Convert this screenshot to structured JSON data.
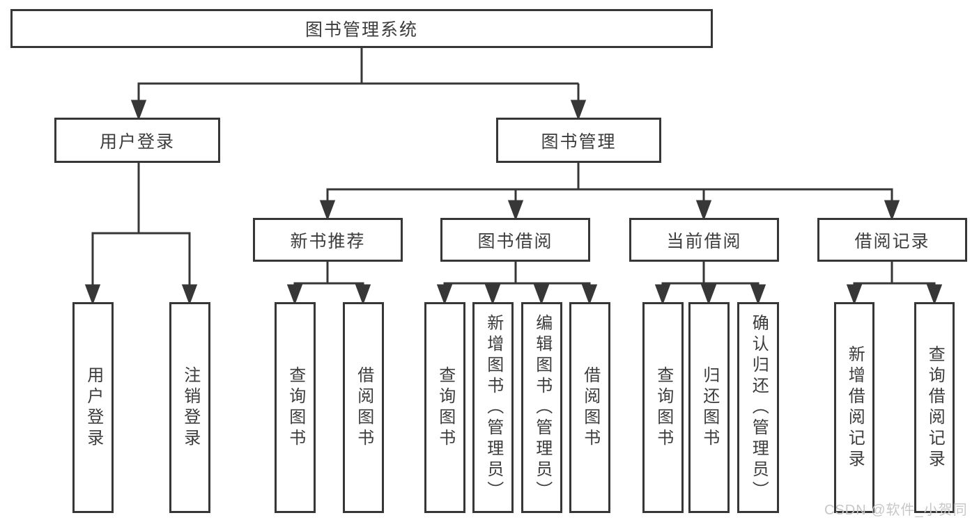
{
  "diagram": {
    "root": {
      "label": "图书管理系统"
    },
    "branches": [
      {
        "label": "用户登录",
        "leaves": [
          "用户登录",
          "注销登录"
        ]
      },
      {
        "label": "图书管理",
        "groups": [
          {
            "label": "新书推荐",
            "leaves": [
              "查询图书",
              "借阅图书"
            ]
          },
          {
            "label": "图书借阅",
            "leaves": [
              "查询图书",
              "新增图书（管理员）",
              "编辑图书（管理员）",
              "借阅图书"
            ]
          },
          {
            "label": "当前借阅",
            "leaves": [
              "查询图书",
              "归还图书",
              "确认归还（管理员）"
            ]
          },
          {
            "label": "借阅记录",
            "leaves": [
              "新增借阅记录",
              "查询借阅记录"
            ]
          }
        ]
      }
    ]
  },
  "watermark": "CSDN @软件_小贺同学",
  "colors": {
    "line": "#373737",
    "text": "#3c3c3c",
    "box_background": "#ffffff",
    "watermark": "#c7c7c7",
    "background": "#ffffff"
  }
}
